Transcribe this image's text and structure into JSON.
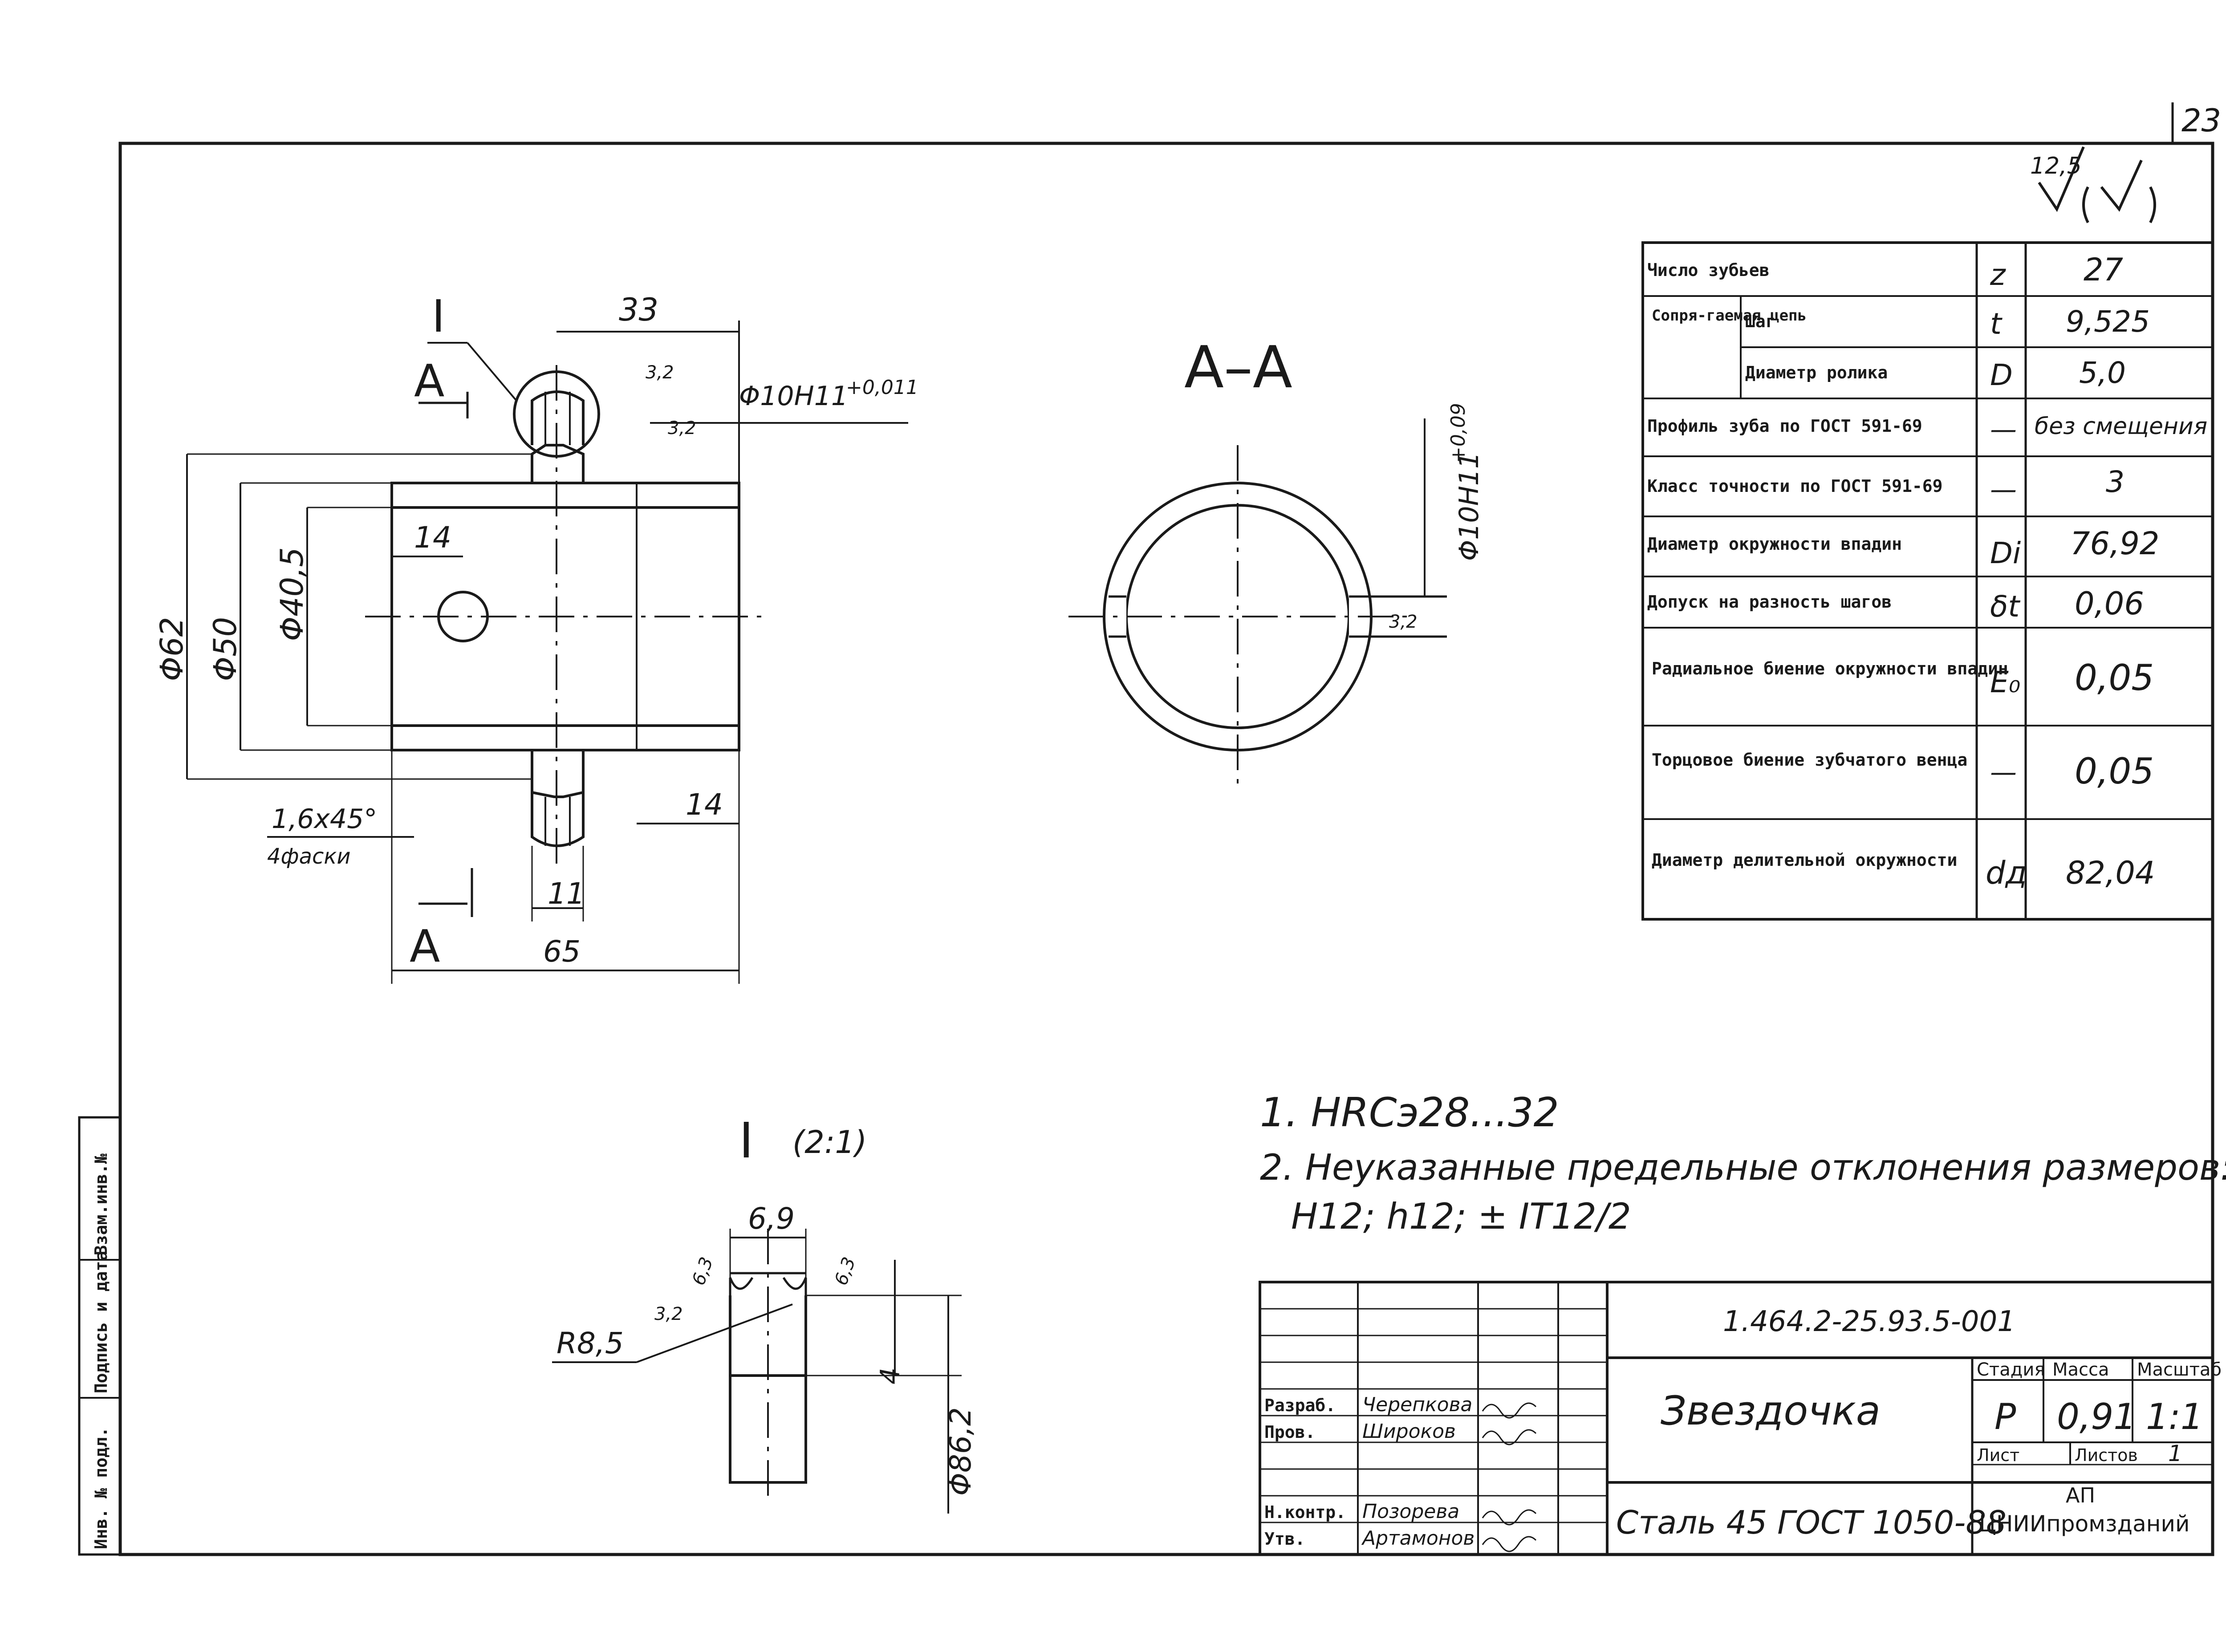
{
  "sheet": {
    "page_number": "23",
    "roughness_symbol_value": "12,5"
  },
  "side_strip": {
    "inv_podl": "Инв. № подл.",
    "podpis_data": "Подпись и дата",
    "vzam_inv": "Взам.инв.№"
  },
  "main_view": {
    "section_mark_top": "А",
    "section_mark_bottom": "А",
    "detail_mark": "I",
    "dims": {
      "top_width": "33",
      "hole": "Φ10H11",
      "hole_tol": "+0,011",
      "rough_1": "3,2",
      "rough_2": "3,2",
      "d62": "Φ62",
      "d50": "Φ50",
      "d40": "Φ40,5",
      "left_offset": "14",
      "right_offset": "14",
      "hub_width": "11",
      "length": "65",
      "chamfer": "1,6x45°",
      "chamfer_note": "4фаски"
    }
  },
  "section_view": {
    "title": "А–А",
    "hole": "Φ10H11",
    "hole_tol": "+0,09",
    "rough": "3,2"
  },
  "detail_view": {
    "title": "I",
    "scale": "(2:1)",
    "width": "6,9",
    "rough_1": "6,3",
    "rough_2": "6,3",
    "rough_3": "3,2",
    "radius": "R8,5",
    "height": "4",
    "diameter": "Φ86,2"
  },
  "params_table": {
    "rows": [
      {
        "label": "Число зубьев",
        "symbol": "z",
        "value": "27"
      },
      {
        "label": "Шаг",
        "symbol": "t",
        "value": "9,525"
      },
      {
        "label": "Диаметр ролика",
        "symbol": "D",
        "value": "5,0"
      },
      {
        "label": "Профиль зуба по ГОСТ 591-69",
        "symbol": "—",
        "value": "без смещения"
      },
      {
        "label": "Класс точности по ГОСТ 591-69",
        "symbol": "—",
        "value": "3"
      },
      {
        "label": "Диаметр окружности впадин",
        "symbol": "Di",
        "value": "76,92"
      },
      {
        "label": "Допуск на разность шагов",
        "symbol": "δt",
        "value": "0,06"
      },
      {
        "label": "Радиальное биение окружности впадин",
        "symbol": "E₀",
        "value": "0,05"
      },
      {
        "label": "Торцовое биение зубчатого венца",
        "symbol": "—",
        "value": "0,05"
      },
      {
        "label": "Диаметр делительной окружности",
        "symbol": "dд",
        "value": "82,04"
      }
    ],
    "group_label": "Сопря-гаемая цепь"
  },
  "notes": {
    "n1": "1. HRCэ28...32",
    "n2": "2. Неуказанные предельные отклонения размеров:",
    "n2b": "H12; h12; ± IT12/2"
  },
  "title_block": {
    "doc_code": "1.464.2-25.93.5-001",
    "part_name": "Звездочка",
    "material": "Сталь 45 ГОСТ 1050-88",
    "stage_label": "Стадия",
    "mass_label": "Масса",
    "scale_label": "Масштаб",
    "stage": "Р",
    "mass": "0,91",
    "scale": "1:1",
    "sheet_label": "Лист",
    "sheets_label": "Листов",
    "sheets": "1",
    "org1": "АП",
    "org2": "ЦНИИпромзданий",
    "roles": [
      {
        "role": "Разраб.",
        "name": "Черепкова"
      },
      {
        "role": "Пров.",
        "name": "Широков"
      },
      {
        "role": "Н.контр.",
        "name": "Позорева"
      },
      {
        "role": "Утв.",
        "name": "Артамонов"
      }
    ]
  }
}
